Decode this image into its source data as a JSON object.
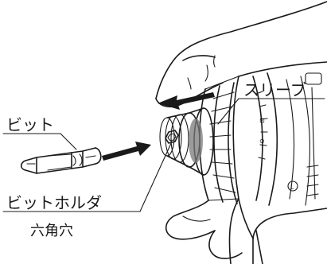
{
  "labels": {
    "bit": "ビット",
    "sleeve": "スリーブ",
    "bit_holder": "ビットホルダ",
    "hex_hole": "六角穴"
  },
  "colors": {
    "line": "#1a1a1a",
    "shade": "#7a7a7a",
    "background": "#ffffff"
  }
}
